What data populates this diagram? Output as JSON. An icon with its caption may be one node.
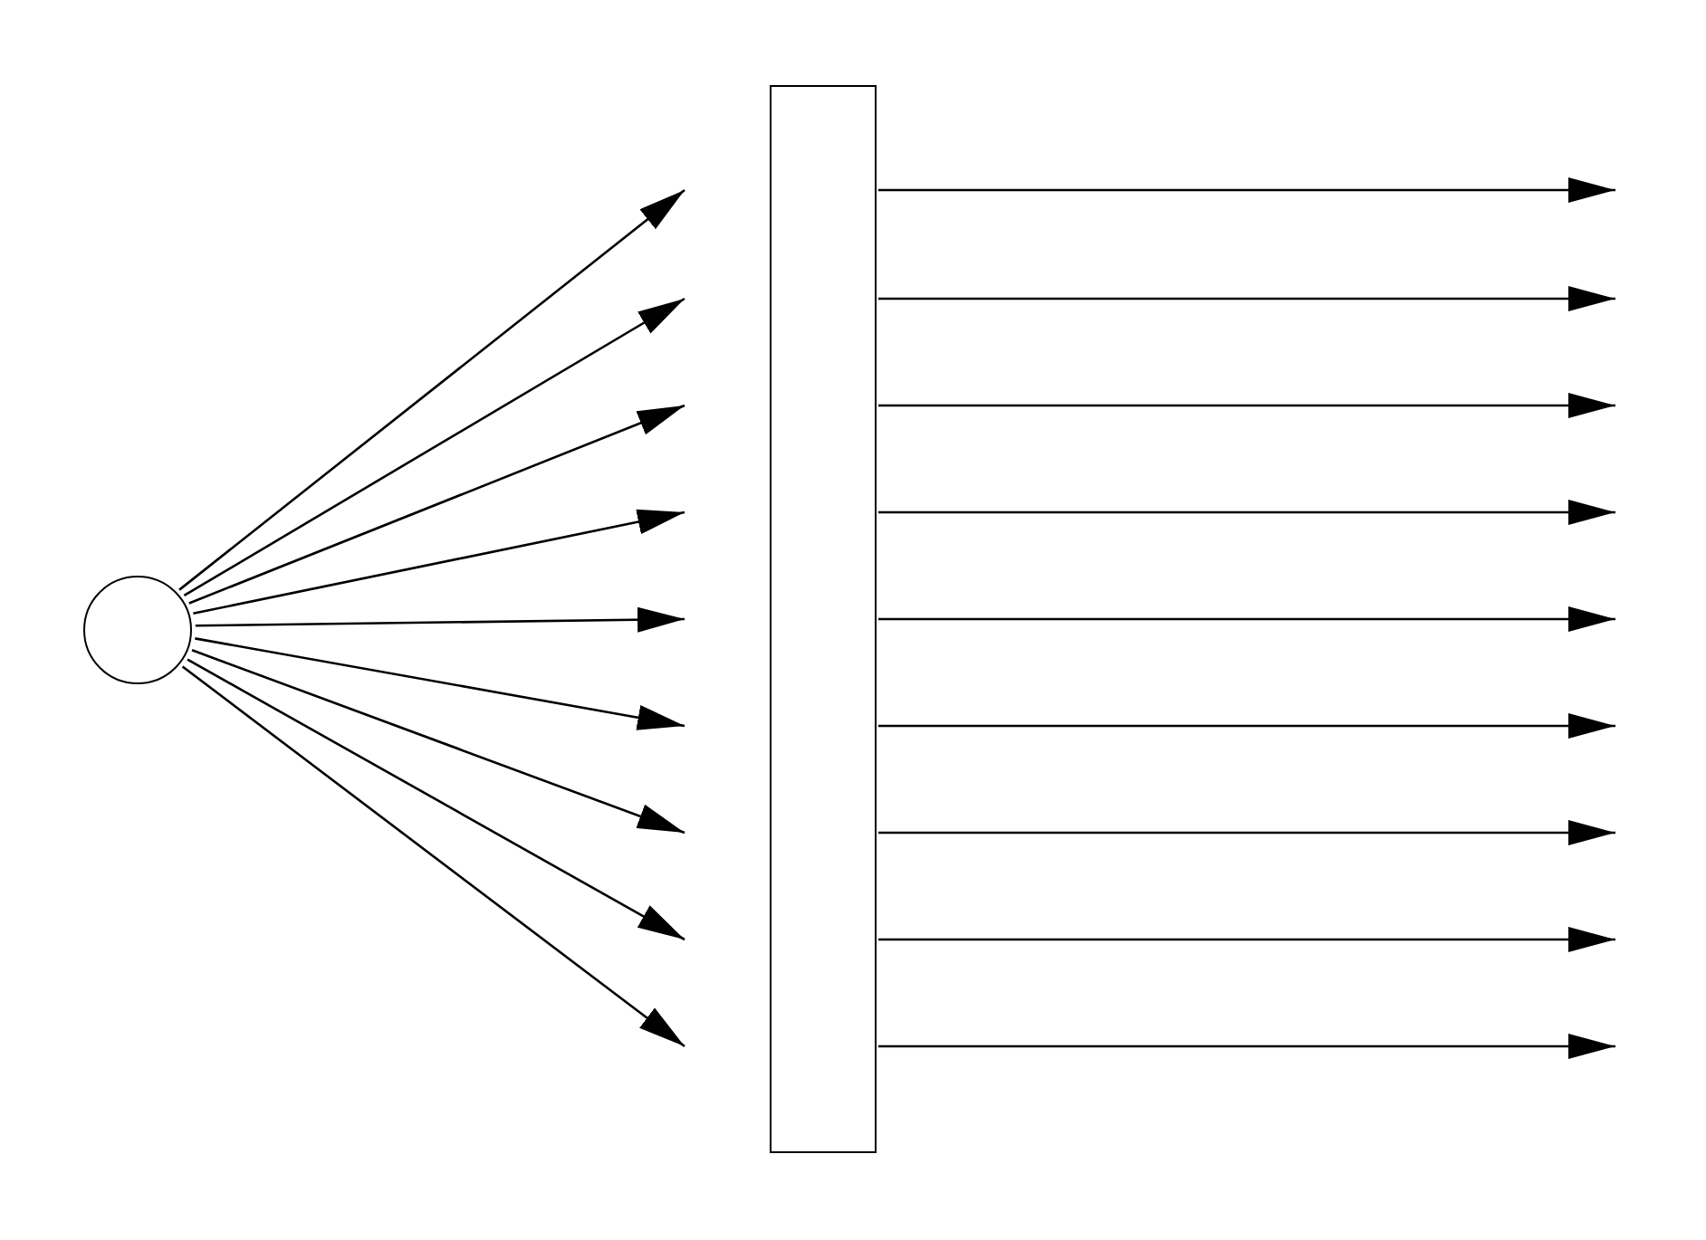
{
  "diagram": {
    "nodes": [
      {
        "text": [],
        "shape": "circle"
      },
      {
        "text": [],
        "shape": "box"
      }
    ],
    "edges": [
      {
        "from": 0,
        "to": null,
        "arrow": "to"
      },
      {
        "from": 0,
        "to": null,
        "arrow": "to"
      },
      {
        "from": 0,
        "to": null,
        "arrow": "to"
      },
      {
        "from": 0,
        "to": null,
        "arrow": "to"
      },
      {
        "from": 0,
        "to": null,
        "arrow": "to"
      },
      {
        "from": 0,
        "to": null,
        "arrow": "to"
      },
      {
        "from": 0,
        "to": null,
        "arrow": "to"
      },
      {
        "from": 0,
        "to": null,
        "arrow": "to"
      },
      {
        "from": 0,
        "to": null,
        "arrow": "to"
      },
      {
        "from": 1,
        "to": null,
        "arrow": "to"
      },
      {
        "from": 1,
        "to": null,
        "arrow": "to"
      },
      {
        "from": 1,
        "to": null,
        "arrow": "to"
      },
      {
        "from": 1,
        "to": null,
        "arrow": "to"
      },
      {
        "from": 1,
        "to": null,
        "arrow": "to"
      },
      {
        "from": 1,
        "to": null,
        "arrow": "to"
      },
      {
        "from": 1,
        "to": null,
        "arrow": "to"
      },
      {
        "from": 1,
        "to": null,
        "arrow": "to"
      },
      {
        "from": 1,
        "to": null,
        "arrow": "to"
      }
    ]
  }
}
